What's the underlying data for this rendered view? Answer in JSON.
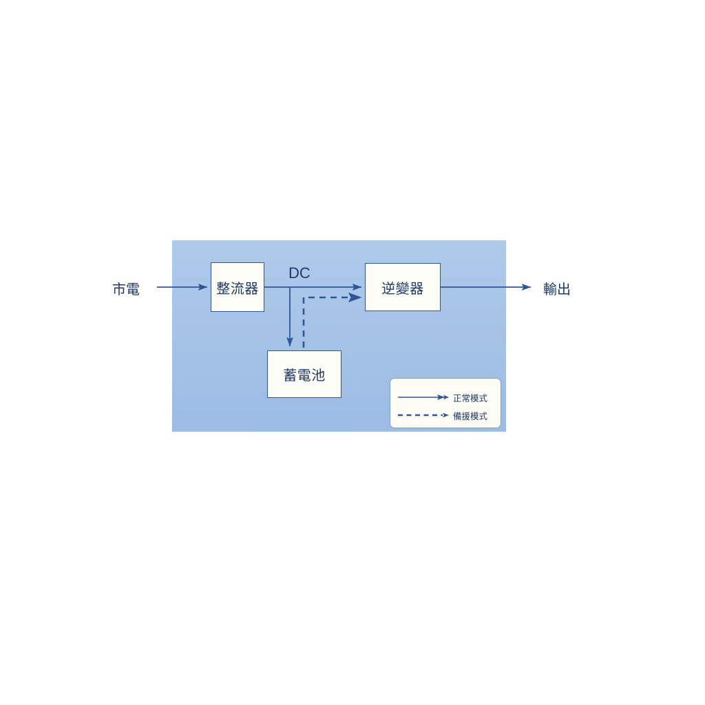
{
  "diagram": {
    "title_text": null,
    "panel": {
      "name": "ups-system-boundary",
      "fill_top": "#aecbeb",
      "fill_bottom": "#9dbce4"
    },
    "colors": {
      "line": "#2f5597",
      "text": "#1f3864",
      "box_fill": "#fdfdf8",
      "box_border": "#2f5597",
      "legend_fill": "#fdfdf6",
      "legend_border": "#7ba0d0",
      "panel_blue": "#a6c3e7"
    },
    "nodes": [
      {
        "id": "rectifier",
        "label": "整流器"
      },
      {
        "id": "inverter",
        "label": "逆變器"
      },
      {
        "id": "battery",
        "label": "蓄電池"
      }
    ],
    "io_labels": {
      "input": "市電",
      "output": "輸出"
    },
    "bus_label": "DC",
    "legend": {
      "items": [
        {
          "style": "solid",
          "label": "正常模式"
        },
        {
          "style": "dashed",
          "label": "備援模式"
        }
      ]
    },
    "flows": [
      {
        "from": "市電",
        "to": "整流器",
        "style": "solid"
      },
      {
        "from": "整流器",
        "to": "逆變器",
        "style": "solid"
      },
      {
        "from": "整流器",
        "to": "蓄電池",
        "style": "solid"
      },
      {
        "from": "蓄電池",
        "to": "逆變器",
        "style": "dashed"
      },
      {
        "from": "逆變器",
        "to": "輸出",
        "style": "solid"
      }
    ]
  }
}
